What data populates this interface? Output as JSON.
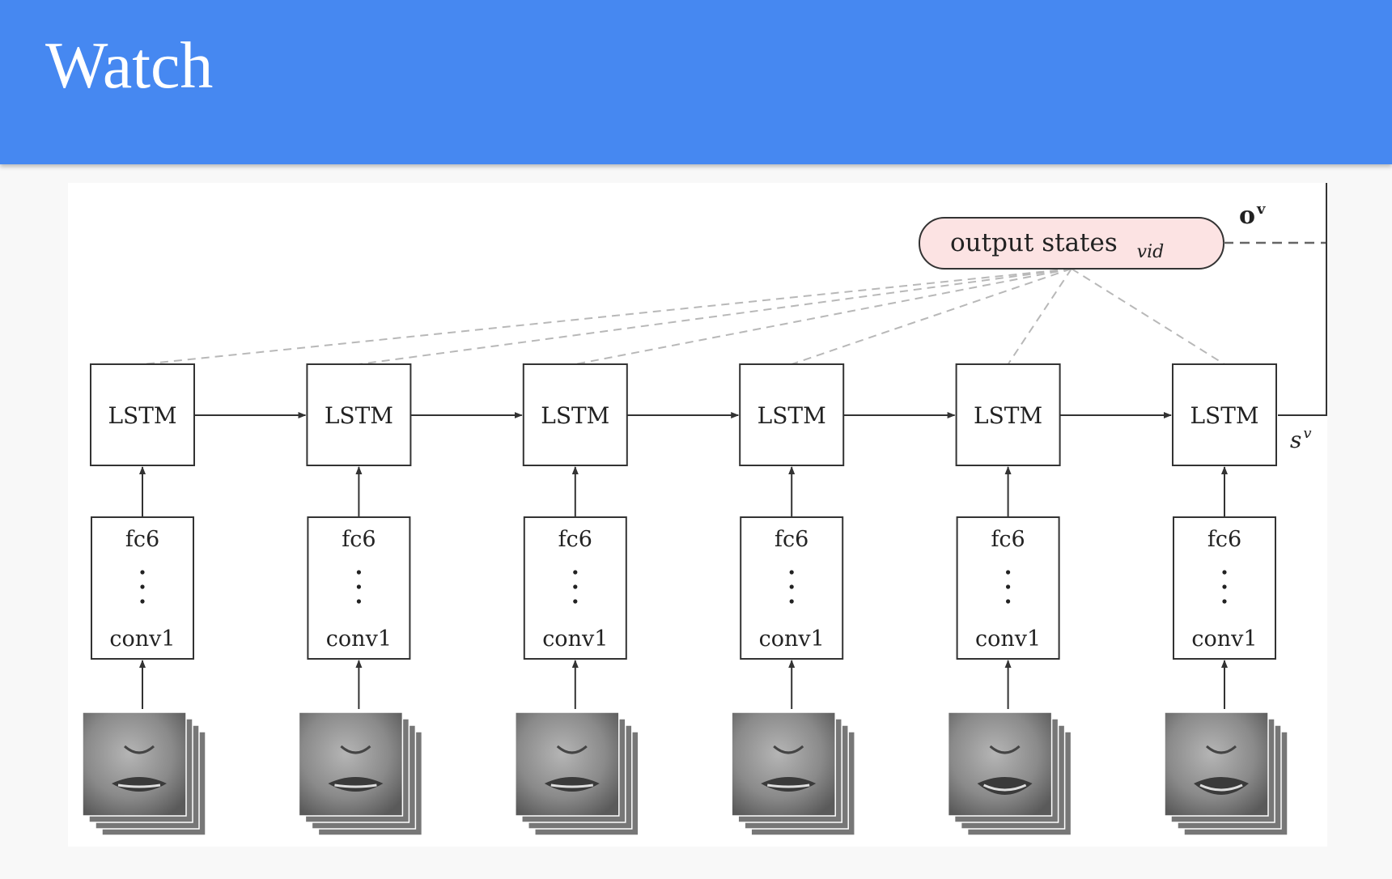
{
  "slide": {
    "title": "Watch"
  },
  "diagram": {
    "output_node": {
      "label": "output states",
      "subscript": "vid",
      "fill": "#fce3e3"
    },
    "output_symbol": {
      "base": "o",
      "sup": "v"
    },
    "state_symbol": {
      "base": "s",
      "sup": "v"
    },
    "columns": [
      {
        "lstm": "LSTM",
        "top": "fc6",
        "bottom": "conv1"
      },
      {
        "lstm": "LSTM",
        "top": "fc6",
        "bottom": "conv1"
      },
      {
        "lstm": "LSTM",
        "top": "fc6",
        "bottom": "conv1"
      },
      {
        "lstm": "LSTM",
        "top": "fc6",
        "bottom": "conv1"
      },
      {
        "lstm": "LSTM",
        "top": "fc6",
        "bottom": "conv1"
      },
      {
        "lstm": "LSTM",
        "top": "fc6",
        "bottom": "conv1"
      }
    ],
    "colors": {
      "header": "#4688f1",
      "line": "#333333",
      "dashed": "#b8b8b8"
    }
  }
}
